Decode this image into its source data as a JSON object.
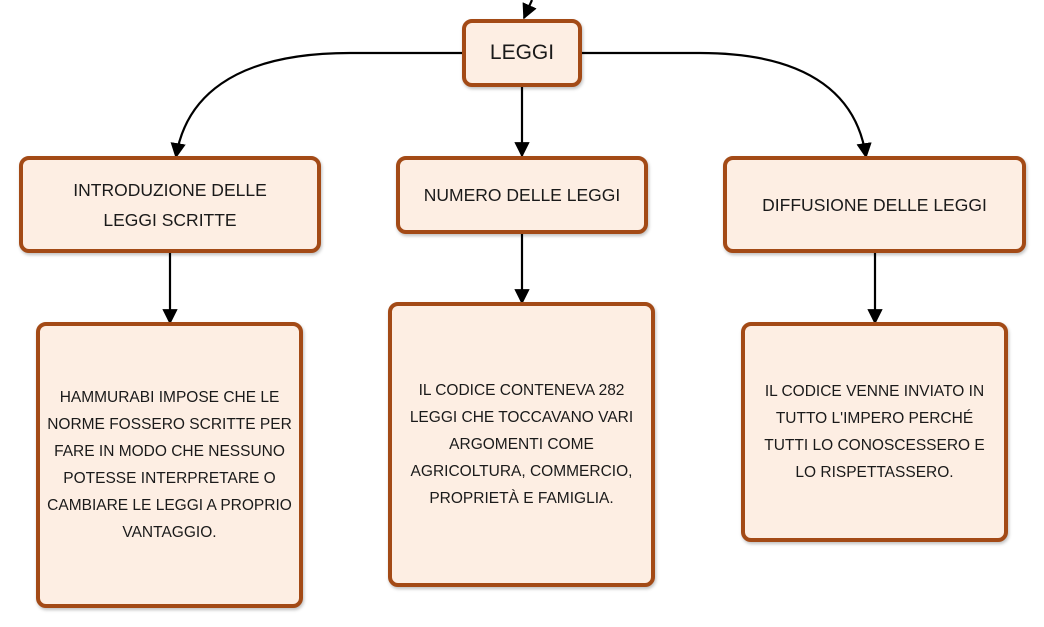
{
  "root": {
    "label": "LEGGI"
  },
  "branches": [
    {
      "title": "INTRODUZIONE DELLE LEGGI SCRITTE",
      "detail": "HAMMURABI IMPOSE CHE LE NORME FOSSERO SCRITTE PER FARE IN MODO CHE NESSUNO POTESSE INTERPRETARE O CAMBIARE LE LEGGI A PROPRIO VANTAGGIO."
    },
    {
      "title": "NUMERO DELLE LEGGI",
      "detail": "IL CODICE CONTENEVA 282 LEGGI CHE TOCCAVANO VARI ARGOMENTI COME AGRICOLTURA, COMMERCIO, PROPRIETÀ E FAMIGLIA."
    },
    {
      "title": "DIFFUSIONE DELLE LEGGI",
      "detail": "IL CODICE VENNE INVIATO IN TUTTO L'IMPERO PERCHÉ TUTTI LO CONOSCESSERO E LO RISPETTASSERO."
    }
  ],
  "colors": {
    "node_fill": "#fdeee3",
    "node_border": "#a34a16",
    "connector": "#000000"
  }
}
